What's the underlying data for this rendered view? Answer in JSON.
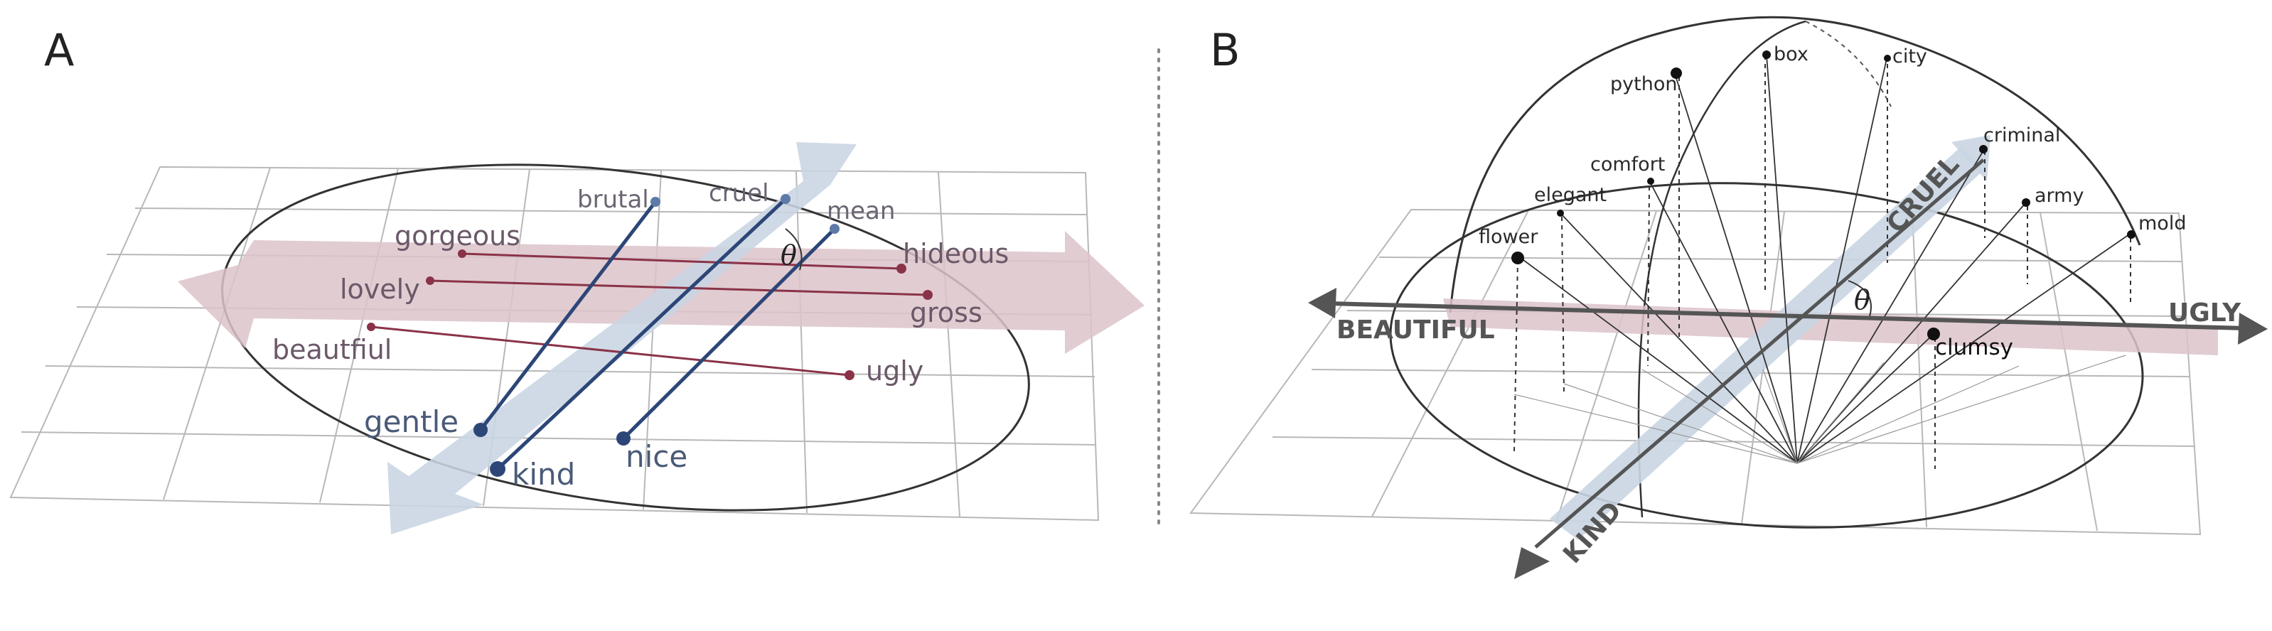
{
  "panels": {
    "a": {
      "letter": "A",
      "theta": "θ",
      "positive_words": [
        "gentle",
        "kind",
        "nice"
      ],
      "negative_words": [
        "brutal",
        "cruel",
        "mean"
      ],
      "beautiful_words": [
        "gorgeous",
        "lovely",
        "beautfiul"
      ],
      "ugly_words": [
        "hideous",
        "gross",
        "ugly"
      ]
    },
    "b": {
      "letter": "B",
      "theta": "θ",
      "axis_left": "BEAUTIFUL",
      "axis_right": "UGLY",
      "axis_kind": "KIND",
      "axis_cruel": "CRUEL",
      "words": [
        "python",
        "box",
        "city",
        "comfort",
        "elegant",
        "criminal",
        "army",
        "flower",
        "mold",
        "clumsy"
      ]
    }
  },
  "colors": {
    "kindness_arrow": "#c9d5e2",
    "beauty_arrow": "#dcc3ca",
    "kindness_line": "#2c4677",
    "beauty_line": "#8a3348",
    "grid": "#b8b8b8"
  }
}
